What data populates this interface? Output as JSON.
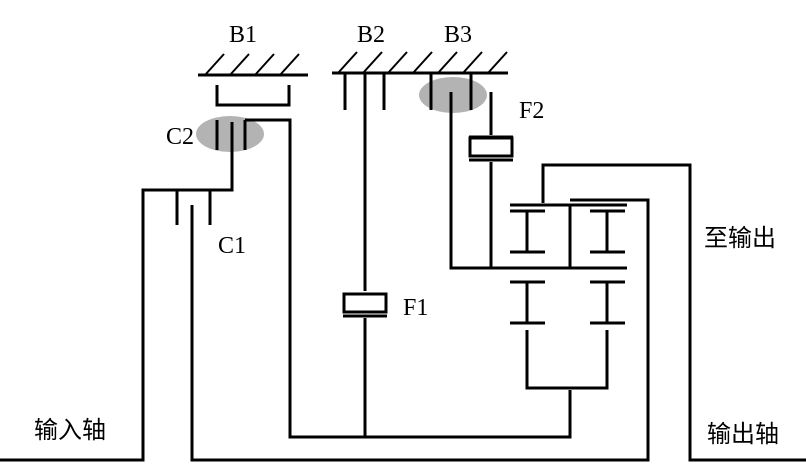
{
  "colors": {
    "line": "#000000",
    "highlight": "#a6a6a6",
    "background": "#ffffff"
  },
  "labels": {
    "B1": "B1",
    "B2": "B2",
    "B3": "B3",
    "C1": "C1",
    "C2": "C2",
    "F1": "F1",
    "F2": "F2",
    "input_shaft": "输入轴",
    "output_shaft": "输出轴",
    "to_output": "至输出"
  }
}
